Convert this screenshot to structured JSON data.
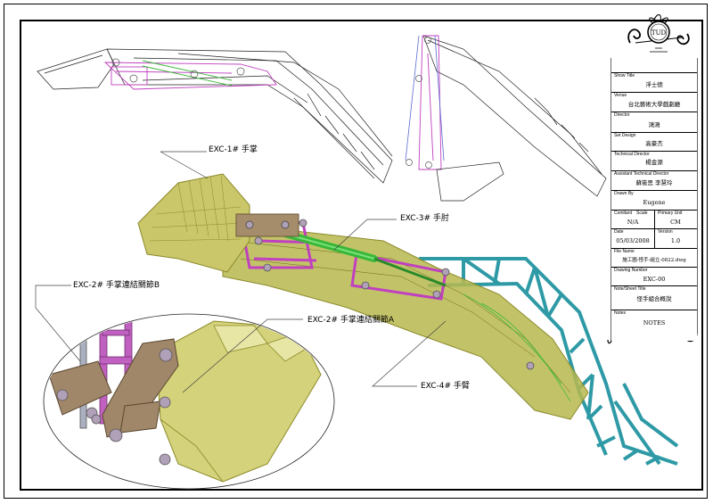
{
  "callouts": {
    "exc1": "EXC-1# 手掌",
    "exc3": "EXC-3# 手肘",
    "exc2b": "EXC-2# 手掌連結關節B",
    "exc2a": "EXC-2# 手掌連結關節A",
    "exc4": "EXC-4# 手臂"
  },
  "title_block": {
    "logo_text": "TUD",
    "show_title": {
      "label": "Show Title",
      "value": "浮士德"
    },
    "venue": {
      "label": "Venue",
      "value": "台北藝術大學戲劇廳"
    },
    "director": {
      "label": "Director",
      "value": "鴻鴻"
    },
    "set_design": {
      "label": "Set Design",
      "value": "高豪杰"
    },
    "technical_director": {
      "label": "Technical Director",
      "value": "楊金源"
    },
    "assistant_technical_director": {
      "label": "Assistant Technical Director",
      "value": "蘇筱思 李慧玲"
    },
    "drawn_by": {
      "label": "Drawn By",
      "value": "Eugene"
    },
    "scale": {
      "label_comitant": "Comitant",
      "label_scale": "Scale",
      "value": "N/A"
    },
    "primary_unit": {
      "label": "Primary Unit",
      "value": "CM"
    },
    "date": {
      "label": "Date",
      "value": "05/03/2008"
    },
    "version": {
      "label": "Version",
      "value": "1.0"
    },
    "file_name": {
      "label": "File Name",
      "value": "施工圖-怪手-組立-0822.dwg"
    },
    "drawing_number": {
      "label": "Drawing Number",
      "value": "EXC-00"
    },
    "sheet_title": {
      "label": "Note/Sheet Title",
      "value": "怪手組合概說"
    },
    "notes": {
      "label": "Notes",
      "value": "NOTES"
    }
  },
  "colors": {
    "bucket_fill": "#c9c76a",
    "bucket_edge": "#8c8a2a",
    "arm_fill": "#b7b84e",
    "truss": "#2e9aa6",
    "magenta": "#c040c0",
    "green": "#38b838",
    "pin": "#b0a0b8"
  }
}
